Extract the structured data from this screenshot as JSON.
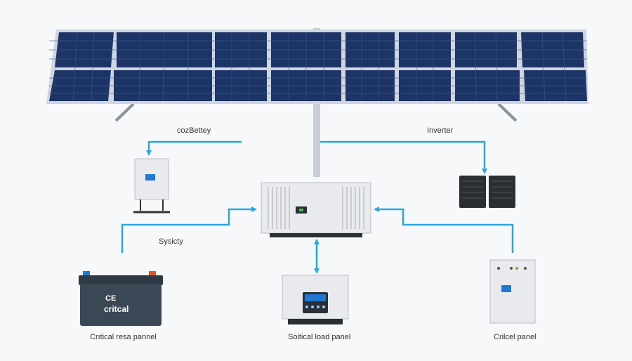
{
  "labels": {
    "top_left": "cozBettey",
    "top_right": "Inverter",
    "mid_left": "Sysicty",
    "bottom_left": "Crıtical resa pannel",
    "bottom_center": "Soitical load panel",
    "bottom_right": "Crilcel panel"
  },
  "battery_text": {
    "line1": "CE",
    "line2": "critcal"
  },
  "colors": {
    "arrow": "#29a7df",
    "panel_cell": "#1c3566",
    "panel_frame": "#cfd6e1",
    "device_body": "#e8eaee",
    "battery_body": "#3a4754",
    "module_body": "#2b2f33",
    "screen": "#1f78d1"
  }
}
